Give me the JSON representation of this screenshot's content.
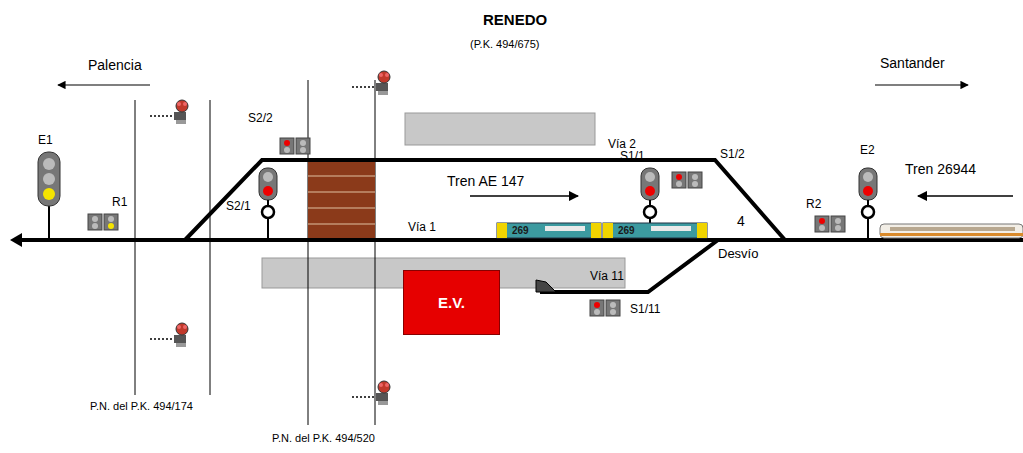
{
  "diagram": {
    "title": "RENEDO",
    "nodes": [
      {
        "text": [
          "E.V."
        ]
      }
    ],
    "labels": [
      "(P.K. 494/675)",
      "Palencia",
      "Santander",
      "E1",
      "R1",
      "S2/2",
      "S2/1",
      "Vía 2",
      "S1/1",
      "S1/2",
      "Tren AE 147",
      "Vía 1",
      "4",
      "Desvío",
      "R2",
      "E2",
      "Tren 26944",
      "Vía 11",
      "S1/11",
      "P.N. del P.K. 494/174",
      "P.N. del P.K. 494/520",
      "269",
      "269"
    ]
  }
}
